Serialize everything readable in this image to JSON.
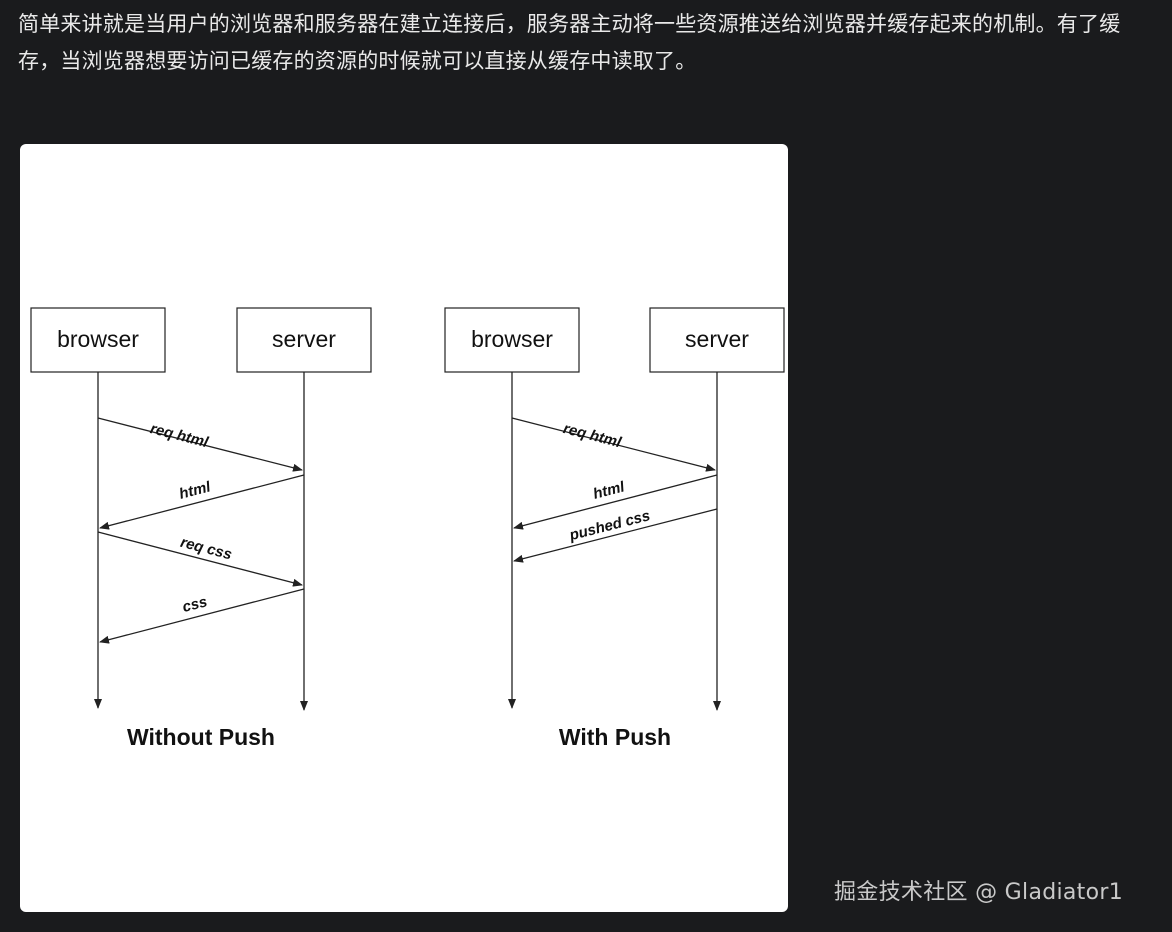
{
  "article": {
    "paragraph": "简单来讲就是当用户的浏览器和服务器在建立连接后，服务器主动将一些资源推送给浏览器并缓存起来的机制。有了缓存，当浏览器想要访问已缓存的资源的时候就可以直接从缓存中读取了。"
  },
  "figure": {
    "left_diagram": {
      "title": "Without Push",
      "browser_label": "browser",
      "server_label": "server",
      "messages": [
        "req html",
        "html",
        "req css",
        "css"
      ]
    },
    "right_diagram": {
      "title": "With Push",
      "browser_label": "browser",
      "server_label": "server",
      "messages": [
        "req html",
        "html",
        "pushed css"
      ]
    }
  },
  "watermark": "掘金技术社区 @ Gladiator1"
}
